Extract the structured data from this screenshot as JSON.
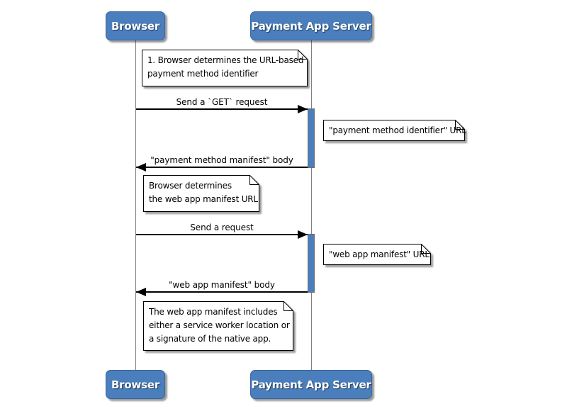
{
  "actors": {
    "browser": "Browser",
    "server": "Payment App Server"
  },
  "messages": [
    {
      "label": "Send a `GET` request",
      "from": "Browser",
      "to": "Payment App Server",
      "direction": "right"
    },
    {
      "label": "\"payment method manifest\" body",
      "from": "Payment App Server",
      "to": "Browser",
      "direction": "left"
    },
    {
      "label": "Send a request",
      "from": "Browser",
      "to": "Payment App Server",
      "direction": "right"
    },
    {
      "label": "\"web app manifest\" body",
      "from": "Payment App Server",
      "to": "Browser",
      "direction": "left"
    }
  ],
  "notes": [
    {
      "text": "1. Browser determines the URL-based\npayment method identifier"
    },
    {
      "text": "\"payment method identifier\" URL"
    },
    {
      "text": "Browser determines\nthe web app manifest URL"
    },
    {
      "text": "\"web app manifest\" URL"
    },
    {
      "text": "The web app manifest includes\neither a service worker location or\na signature of the native app."
    }
  ],
  "colors": {
    "actor_fill": "#4a7ebc",
    "actor_border": "#38669f",
    "actor_text": "#ffffff",
    "activation_fill": "#4a7ebc",
    "note_fill": "#ffffff",
    "note_border": "#000000",
    "lifeline": "#808080",
    "message_line": "#000000",
    "background": "#ffffff"
  }
}
